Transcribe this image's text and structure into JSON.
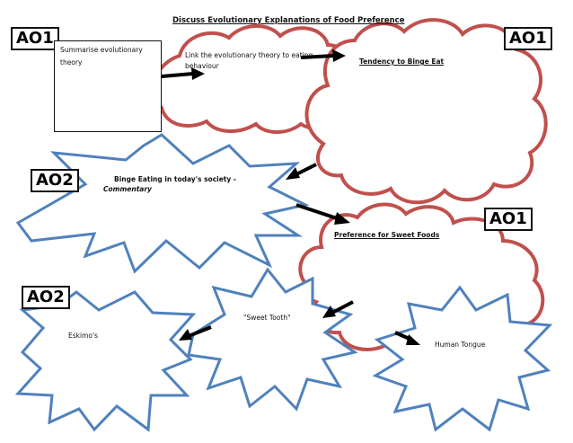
{
  "title": "Discuss Evolutionary Explanations of Food Preference",
  "tags": {
    "ao1_top_left": "AO1",
    "ao1_top_right": "AO1",
    "ao2_mid_left": "AO2",
    "ao1_mid_right": "AO1",
    "ao2_bottom_left": "AO2"
  },
  "summary_box": {
    "line1": "Summarise evolutionary",
    "line2": "theory"
  },
  "link_text": {
    "line1": "Link the evolutionary theory to eating",
    "line2": "behaviour"
  },
  "labels": {
    "binge_tendency": "Tendency to Binge Eat",
    "binge_today": "Binge Eating in today's society -",
    "commentary": "Commentary",
    "sweet_pref": "Preference for Sweet Foods",
    "sweet_tooth": "\"Sweet Tooth\"",
    "eskimos": "Eskimo's",
    "human_tongue": "Human Tongue"
  },
  "colors": {
    "cloud": "#c0504d",
    "burst": "#4f81bd",
    "arrow": "#000000"
  }
}
